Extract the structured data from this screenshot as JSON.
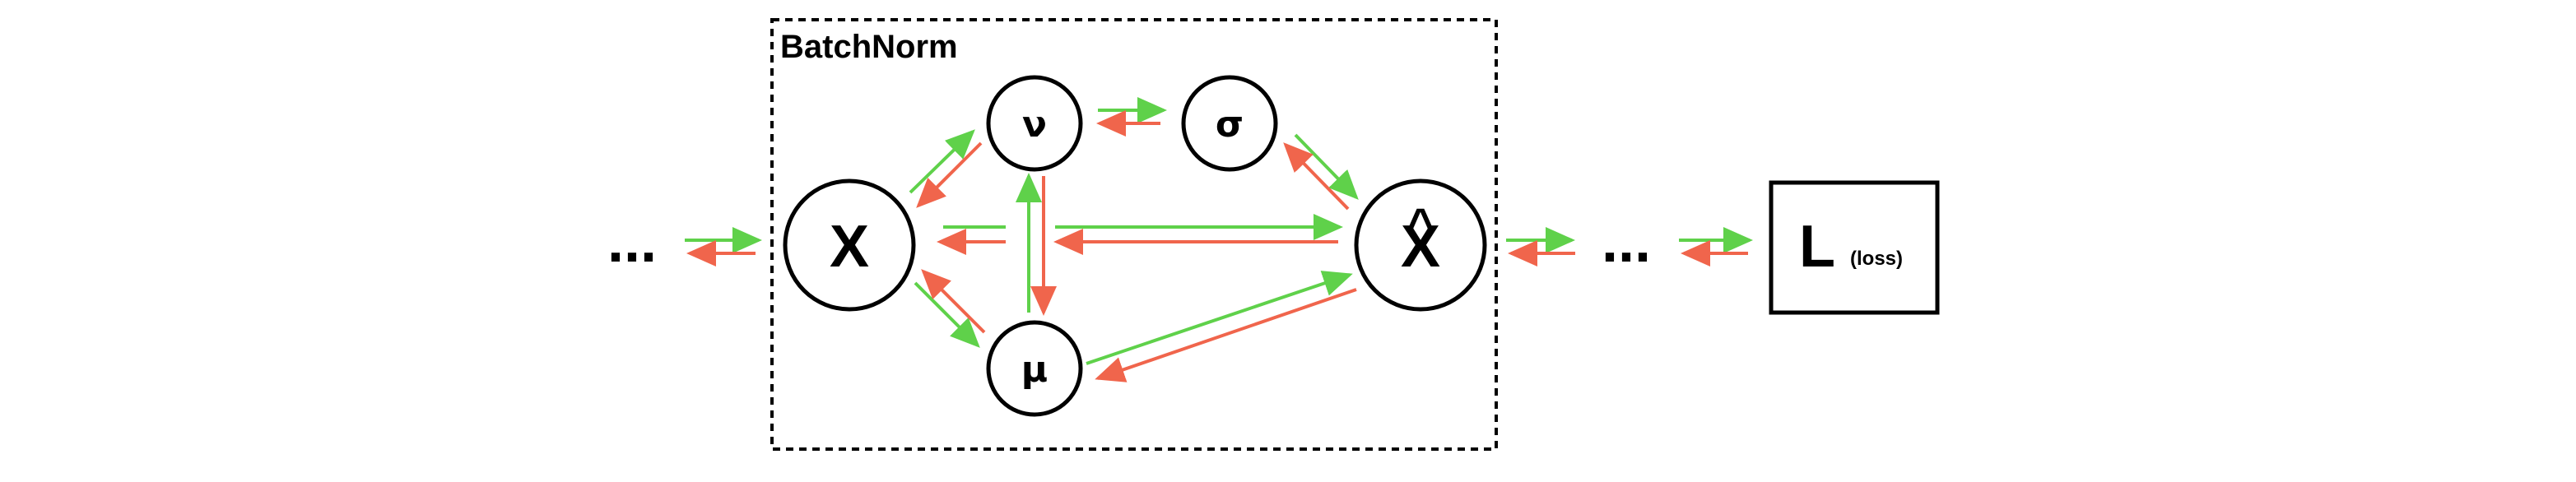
{
  "diagram": {
    "frame_title": "BatchNorm",
    "nodes": {
      "x": "X",
      "nu": "ν",
      "sigma": "σ",
      "mu": "μ",
      "xhat": "X",
      "xhat_accent": "^"
    },
    "left_ellipsis": "...",
    "right_ellipsis": "...",
    "loss_box": {
      "main": "L",
      "sub": "(loss)"
    },
    "colors": {
      "forward": "#5fd14a",
      "backward": "#f0654c",
      "stroke": "#000000"
    }
  }
}
